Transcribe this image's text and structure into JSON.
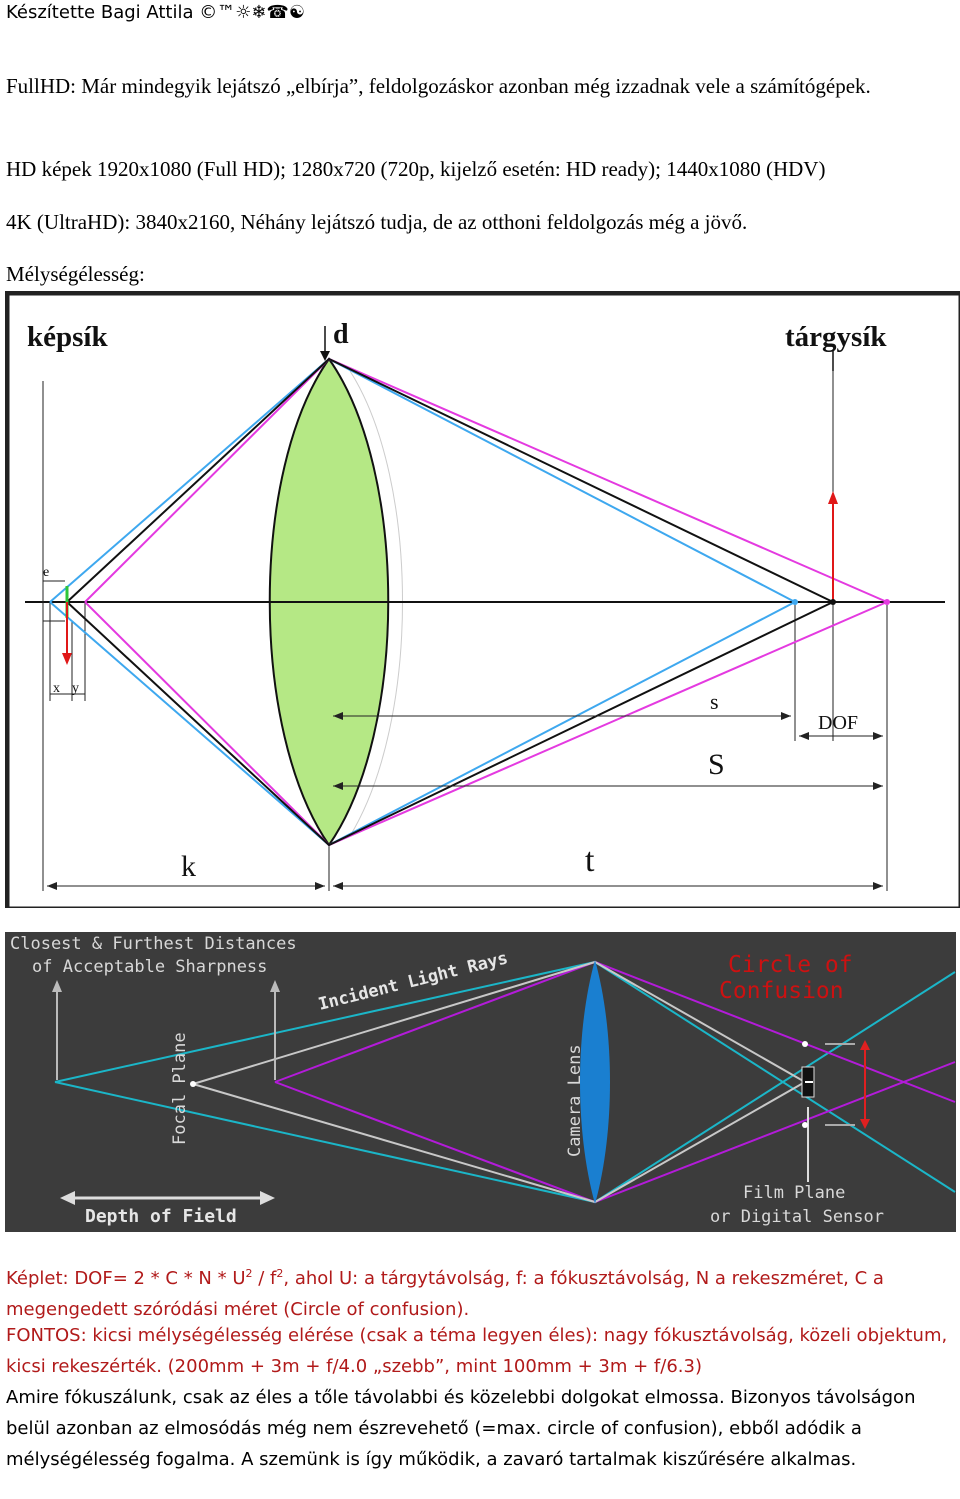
{
  "header": {
    "author": "Készítette Bagi Attila ©™",
    "symbols": "☼❄☎☯"
  },
  "paragraphs": {
    "fullhd": "FullHD: Már mindegyik lejátszó „elbírja”, feldolgozáskor azonban még izzadnak vele a számítógépek.",
    "hd": "HD képek 1920x1080 (Full HD); 1280x720 (720p, kijelző esetén: HD ready); 1440x1080 (HDV)",
    "uhd": "4K (UltraHD): 3840x2160, Néhány lejátszó tudja, de az otthoni feldolgozás még a jövő.",
    "dof_heading": "Mélységélesség:"
  },
  "figure1": {
    "labels": {
      "kepsik": "képsík",
      "d": "d",
      "targysik": "tárgysík",
      "e": "e",
      "x": "x",
      "y": "y",
      "s": "s",
      "dof": "DOF",
      "S": "S",
      "k": "k",
      "t": "t"
    },
    "colors": {
      "lens": "#b5e885",
      "blue": "#3ea8ef",
      "magenta": "#e43ae0",
      "black": "#111111",
      "red": "#e01818",
      "green": "#2fc63a"
    }
  },
  "figure2": {
    "title_line1": "Closest & Furthest Distances",
    "title_line2": "of Acceptable Sharpness",
    "incident": "Incident Light Rays",
    "focal_plane": "Focal Plane",
    "camera_lens": "Camera Lens",
    "coc_line1": "Circle of",
    "coc_line2": "Confusion",
    "dof": "Depth of Field",
    "film1": "Film Plane",
    "film2": "or Digital Sensor",
    "colors": {
      "bg": "#3c3c3c",
      "cyan": "#1bb6c8",
      "magenta": "#b31bd9",
      "gray": "#c8c8c8",
      "lens": "#1a7fd0",
      "red": "#e02020"
    }
  },
  "bottom": {
    "formula_a": "Képlet: DOF= 2 * C * N * U",
    "formula_sup1": "2",
    "formula_b": " / f",
    "formula_sup2": "2",
    "formula_c": ", ahol U: a tárgytávolság, f: a fókusztávolság, N a rekeszméret, C a megengedett szóródási méret (Circle of confusion).",
    "fontos": "FONTOS: kicsi mélységélesség elérése (csak a téma legyen éles): nagy fókusztávolság, közeli objektum, kicsi rekeszérték. (200mm + 3m + f/4.0 „szebb”, mint 100mm + 3m + f/6.3)",
    "amire": "Amire fókuszálunk, csak az éles a tőle távolabbi és közelebbi dolgokat elmossa. Bizonyos távolságon belül azonban az elmosódás még nem észrevehető (=max. circle of confusion), ebből adódik a mélységélesség fogalma. A szemünk is így működik, a zavaró tartalmak kiszűrésére alkalmas."
  }
}
